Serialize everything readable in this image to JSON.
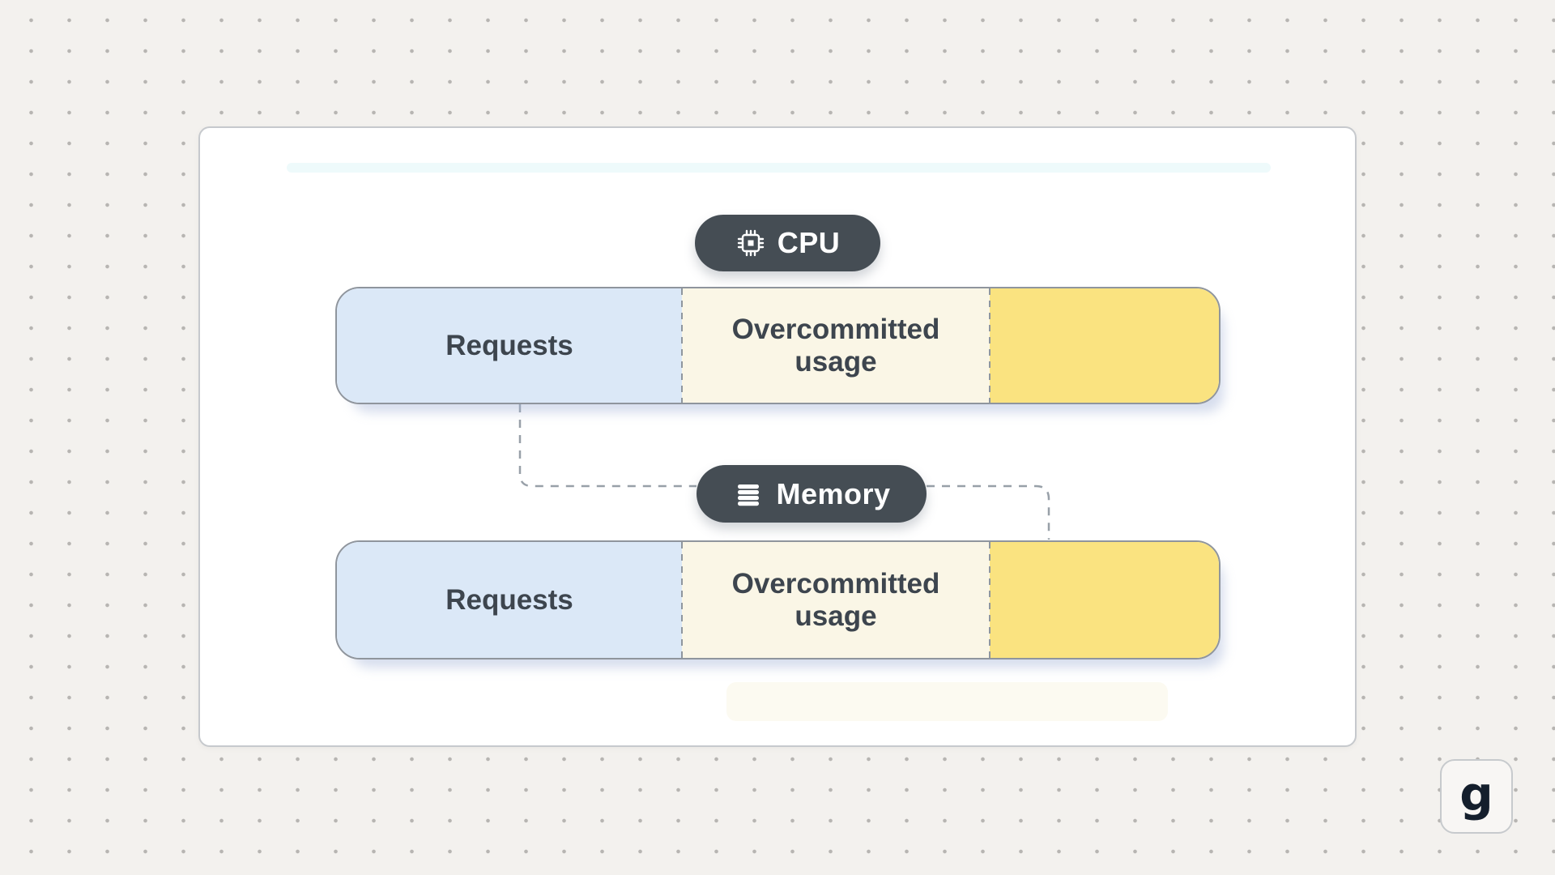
{
  "diagram": {
    "title_hint": "resource-overcommit-diagram",
    "badges": {
      "cpu": {
        "label": "CPU",
        "icon": "chip-icon"
      },
      "memory": {
        "label": "Memory",
        "icon": "memory-stack-icon"
      }
    },
    "bars": {
      "cpu": {
        "requests_label": "Requests",
        "overcommitted_label": "Overcommitted usage",
        "unused_label": ""
      },
      "memory": {
        "requests_label": "Requests",
        "overcommitted_label": "Overcommitted usage",
        "unused_label": ""
      }
    },
    "colors": {
      "badge_bg": "#454d54",
      "requests_fill": "#dbe8f7",
      "overcommitted_fill": "#faf6e6",
      "unused_fill": "#fae380",
      "bar_border": "#8f959d",
      "label_text": "#3d454e",
      "connector": "#98a0a8",
      "page_bg": "#f3f1ee",
      "dot_color": "#b7b5b2"
    }
  },
  "logo": {
    "letter": "g"
  }
}
